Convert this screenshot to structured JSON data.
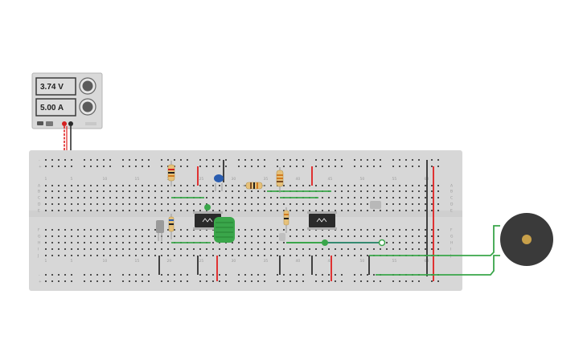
{
  "power_supply": {
    "voltage": "3.74 V",
    "current": "5.00 A"
  },
  "breadboard": {
    "row_letters_top": [
      "A",
      "B",
      "C",
      "D",
      "E"
    ],
    "row_letters_bottom": [
      "F",
      "G",
      "H",
      "I",
      "J"
    ],
    "column_numbers": [
      "1",
      "5",
      "10",
      "15",
      "20",
      "25",
      "30",
      "35",
      "40",
      "45",
      "50",
      "55",
      "60"
    ],
    "rail_minus": "-",
    "rail_plus": "+"
  },
  "buzzer": {
    "color": "#3a3a3a",
    "center_color": "#c8a04a"
  },
  "colors": {
    "red_wire": "#e02020",
    "black_wire": "#303030",
    "green_wire": "#3aa64a",
    "blue_wire": "#2a5db0"
  }
}
